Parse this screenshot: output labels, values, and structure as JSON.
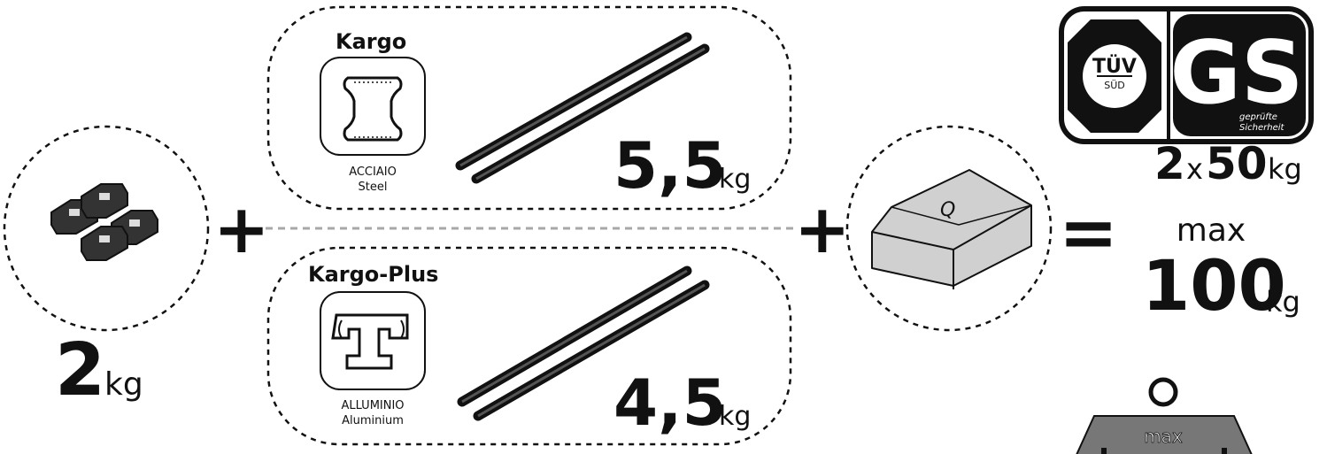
{
  "colors": {
    "ink": "#111111",
    "connector": "#a8a8a8",
    "weight_block": "#d0d0d0"
  },
  "feet": {
    "weight": "2",
    "unit": "kg",
    "icon": "roof-rack-feet-icon"
  },
  "kargo": {
    "title": "Kargo",
    "material_it": "ACCIAIO",
    "material_en": "Steel",
    "weight": "5,5",
    "unit": "kg",
    "profile_icon": "steel-bar-profile-icon"
  },
  "kargo_plus": {
    "title": "Kargo-Plus",
    "material_it": "ALLUMINIO",
    "material_en": "Aluminium",
    "weight": "4,5",
    "unit": "kg",
    "profile_icon": "aluminium-bar-profile-icon"
  },
  "load": {
    "symbol": "Q",
    "icon": "load-block-icon"
  },
  "operators": {
    "plus": "+",
    "equals": "="
  },
  "certification": {
    "tuv_text": "TÜV",
    "tuv_sub": "SÜD",
    "gs_text": "GS",
    "gs_line1": "geprüfte",
    "gs_line2": "Sicherheit"
  },
  "result": {
    "multiplier": "2",
    "times": "x",
    "per_bar": "50",
    "unit": "kg",
    "max_label": "max",
    "max_value": "100",
    "max_unit": "kg",
    "weight_icon_label": "max"
  }
}
